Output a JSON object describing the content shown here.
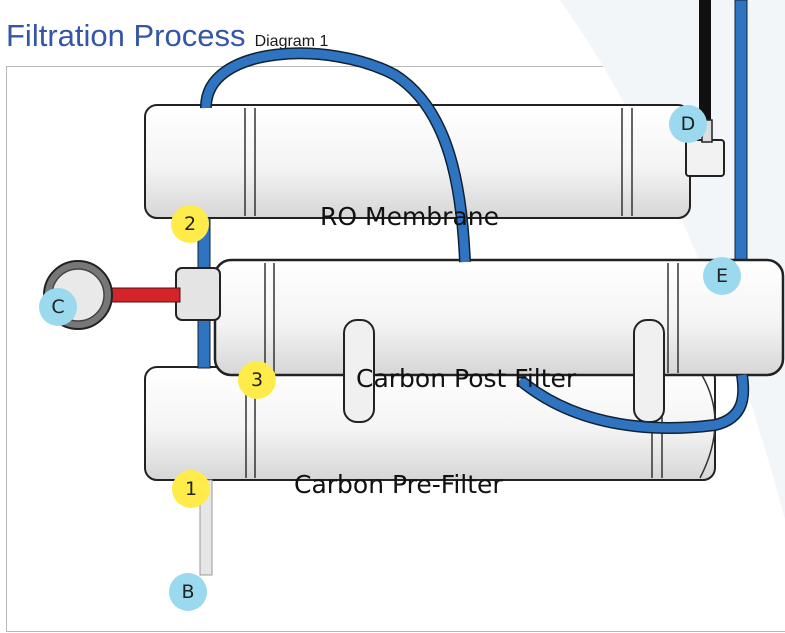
{
  "header": {
    "title": "Filtration Process",
    "subtitle": "Diagram 1"
  },
  "filters": {
    "ro_membrane": "RO Membrane",
    "post_filter": "Carbon Post Filter",
    "pre_filter": "Carbon Pre-Filter"
  },
  "markers": {
    "n1": "1",
    "n2": "2",
    "n3": "3",
    "B": "B",
    "C": "C",
    "D": "D",
    "E": "E"
  },
  "colors": {
    "title": "#3556a8",
    "tube_blue": "#2f74c0",
    "tube_red": "#d4242a",
    "number_marker": "#ffec4a",
    "letter_marker": "#9ad9ee"
  }
}
